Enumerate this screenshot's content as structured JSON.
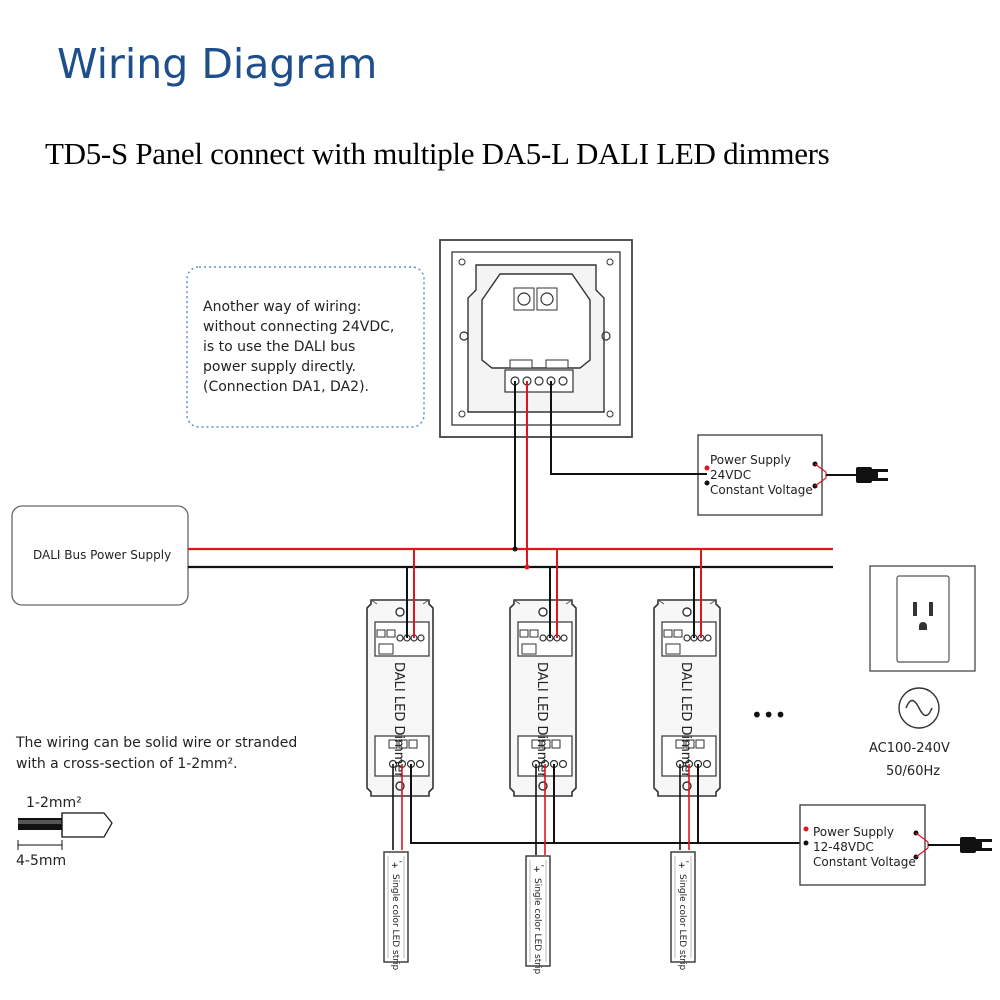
{
  "title": "Wiring Diagram",
  "subtitle": "TD5-S Panel connect with multiple DA5-L DALI LED dimmers",
  "note_box": {
    "lines": [
      "Another way of wiring:",
      "without connecting 24VDC,",
      "is to use the DALI bus",
      "power supply directly.",
      "(Connection DA1, DA2)."
    ]
  },
  "dali_bus_power": {
    "label": "DALI Bus Power Supply"
  },
  "psu_24v": {
    "lines": [
      "Power Supply",
      "24VDC",
      "Constant Voltage"
    ]
  },
  "psu_led": {
    "lines": [
      "Power Supply",
      "12-48VDC",
      "Constant Voltage"
    ]
  },
  "dimmer_label": "DALI LED Dimmer",
  "strip_label": "Single color LED strip",
  "ellipsis": "•••",
  "mains": {
    "voltage": "AC100-240V",
    "frequency": "50/60Hz"
  },
  "wire_note": {
    "lines": [
      "The wiring can be solid wire or stranded",
      "with a cross-section of 1-2mm²."
    ],
    "cross_section": "1-2mm²",
    "strip_length": "4-5mm"
  },
  "colors": {
    "title_blue": "#1f4e8c",
    "note_border": "#5b8fc9",
    "wire_red": "#e0141e",
    "wire_black": "#111111",
    "outline": "#444444"
  }
}
